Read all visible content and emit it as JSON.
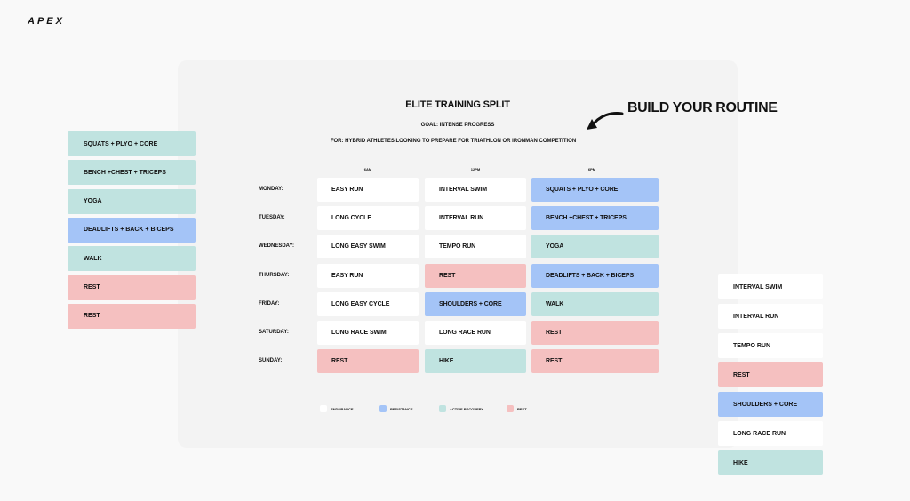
{
  "brand": "APEX",
  "header": {
    "title": "ELITE TRAINING SPLIT",
    "goal": "GOAL: INTENSE PROGRESS",
    "audience": "FOR: HYBRID ATHLETES LOOKING TO PREPARE FOR TRIATHLON OR IRONMAN COMPETITION",
    "callout": "BUILD YOUR ROUTINE"
  },
  "columns": [
    "6AM",
    "12PM",
    "6PM"
  ],
  "days": [
    {
      "day": "MONDAY:",
      "slots": [
        {
          "text": "EASY RUN",
          "type": "endurance"
        },
        {
          "text": "INTERVAL SWIM",
          "type": "endurance"
        },
        {
          "text": "SQUATS + PLYO + CORE",
          "type": "resistance"
        }
      ]
    },
    {
      "day": "TUESDAY:",
      "slots": [
        {
          "text": "LONG CYCLE",
          "type": "endurance"
        },
        {
          "text": "INTERVAL RUN",
          "type": "endurance"
        },
        {
          "text": "BENCH +CHEST + TRICEPS",
          "type": "resistance"
        }
      ]
    },
    {
      "day": "WEDNESDAY:",
      "slots": [
        {
          "text": "LONG EASY SWIM",
          "type": "endurance"
        },
        {
          "text": "TEMPO RUN",
          "type": "endurance"
        },
        {
          "text": "YOGA",
          "type": "recovery"
        }
      ]
    },
    {
      "day": "THURSDAY:",
      "slots": [
        {
          "text": "EASY RUN",
          "type": "endurance"
        },
        {
          "text": "REST",
          "type": "rest"
        },
        {
          "text": "DEADLIFTS + BACK + BICEPS",
          "type": "resistance"
        }
      ]
    },
    {
      "day": "FRIDAY:",
      "slots": [
        {
          "text": "LONG EASY CYCLE",
          "type": "endurance"
        },
        {
          "text": "SHOULDERS + CORE",
          "type": "resistance"
        },
        {
          "text": "WALK",
          "type": "recovery"
        }
      ]
    },
    {
      "day": "SATURDAY:",
      "slots": [
        {
          "text": "LONG RACE SWIM",
          "type": "endurance"
        },
        {
          "text": "LONG RACE RUN",
          "type": "endurance"
        },
        {
          "text": "REST",
          "type": "rest"
        }
      ]
    },
    {
      "day": "SUNDAY:",
      "slots": [
        {
          "text": "REST",
          "type": "rest"
        },
        {
          "text": "HIKE",
          "type": "recovery"
        },
        {
          "text": "REST",
          "type": "rest"
        }
      ]
    }
  ],
  "left_cards": [
    {
      "text": "SQUATS + PLYO + CORE",
      "type": "recovery"
    },
    {
      "text": "BENCH +CHEST + TRICEPS",
      "type": "recovery"
    },
    {
      "text": "YOGA",
      "type": "recovery"
    },
    {
      "text": "DEADLIFTS + BACK + BICEPS",
      "type": "resistance"
    },
    {
      "text": "WALK",
      "type": "recovery"
    },
    {
      "text": "REST",
      "type": "rest"
    },
    {
      "text": "REST",
      "type": "rest"
    }
  ],
  "right_cards": [
    {
      "text": "INTERVAL SWIM",
      "type": "endurance"
    },
    {
      "text": "INTERVAL RUN",
      "type": "endurance"
    },
    {
      "text": "TEMPO RUN",
      "type": "endurance"
    },
    {
      "text": "REST",
      "type": "rest"
    },
    {
      "text": "SHOULDERS + CORE",
      "type": "resistance"
    },
    {
      "text": "LONG RACE RUN",
      "type": "endurance"
    },
    {
      "text": "HIKE",
      "type": "recovery"
    }
  ],
  "legend": [
    {
      "text": "ENDURANCE",
      "type": "endurance"
    },
    {
      "text": "RESISTANCE",
      "type": "resistance"
    },
    {
      "text": "ACTIVE RECOVERY",
      "type": "recovery"
    },
    {
      "text": "REST",
      "type": "rest"
    }
  ],
  "colors": {
    "endurance": "#ffffff",
    "resistance": "#a4c4f7",
    "recovery": "#c0e3e0",
    "rest": "#f5c0c0",
    "background": "#f9f9f9",
    "board": "#f3f3f3"
  }
}
